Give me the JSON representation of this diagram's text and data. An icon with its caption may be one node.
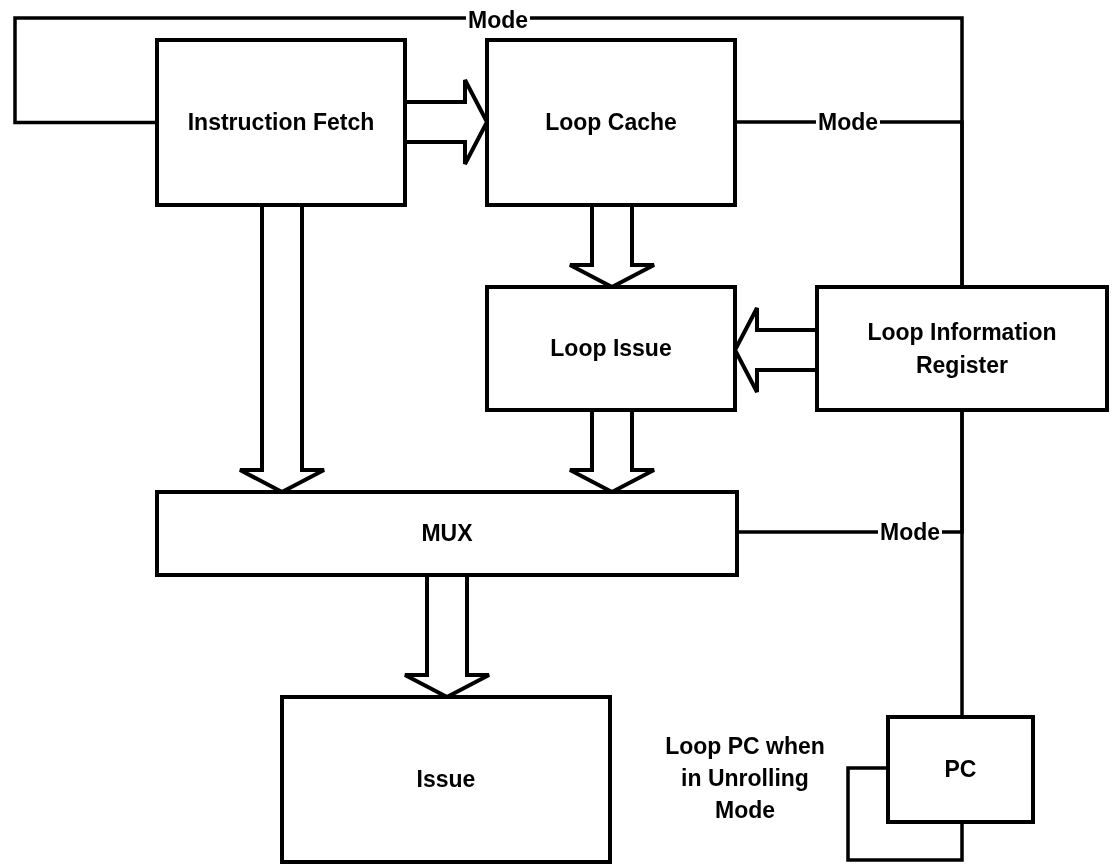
{
  "diagram": {
    "nodes": [
      {
        "text": [
          "Instruction Fetch"
        ]
      },
      {
        "text": [
          "Loop Cache"
        ]
      },
      {
        "text": [
          "Loop Issue"
        ]
      },
      {
        "text": [
          "Loop Information Register"
        ]
      },
      {
        "text": [
          "MUX"
        ]
      },
      {
        "text": [
          "Issue"
        ]
      },
      {
        "text": [
          "PC"
        ]
      }
    ],
    "edges": [
      {
        "from": 0,
        "to": 1,
        "arrow": "to",
        "style": "thick"
      },
      {
        "from": 0,
        "to": 4,
        "arrow": "to",
        "style": "thick"
      },
      {
        "from": 1,
        "to": 2,
        "arrow": "to",
        "style": "thick"
      },
      {
        "from": 3,
        "to": 2,
        "arrow": "to",
        "style": "thick"
      },
      {
        "from": 2,
        "to": 4,
        "arrow": "to",
        "style": "thick"
      },
      {
        "from": 4,
        "to": 5,
        "arrow": "to",
        "style": "thick"
      },
      {
        "from": 3,
        "to": 0,
        "arrow": "none",
        "label": "Mode"
      },
      {
        "from": 3,
        "to": 1,
        "arrow": "none",
        "label": "Mode"
      },
      {
        "from": 3,
        "to": 4,
        "arrow": "none",
        "label": "Mode"
      },
      {
        "from": 3,
        "to": 6,
        "arrow": "none"
      },
      {
        "from": 6,
        "to": 6,
        "arrow": "none"
      }
    ],
    "labels": [
      "Loop PC when in Unrolling Mode"
    ]
  }
}
